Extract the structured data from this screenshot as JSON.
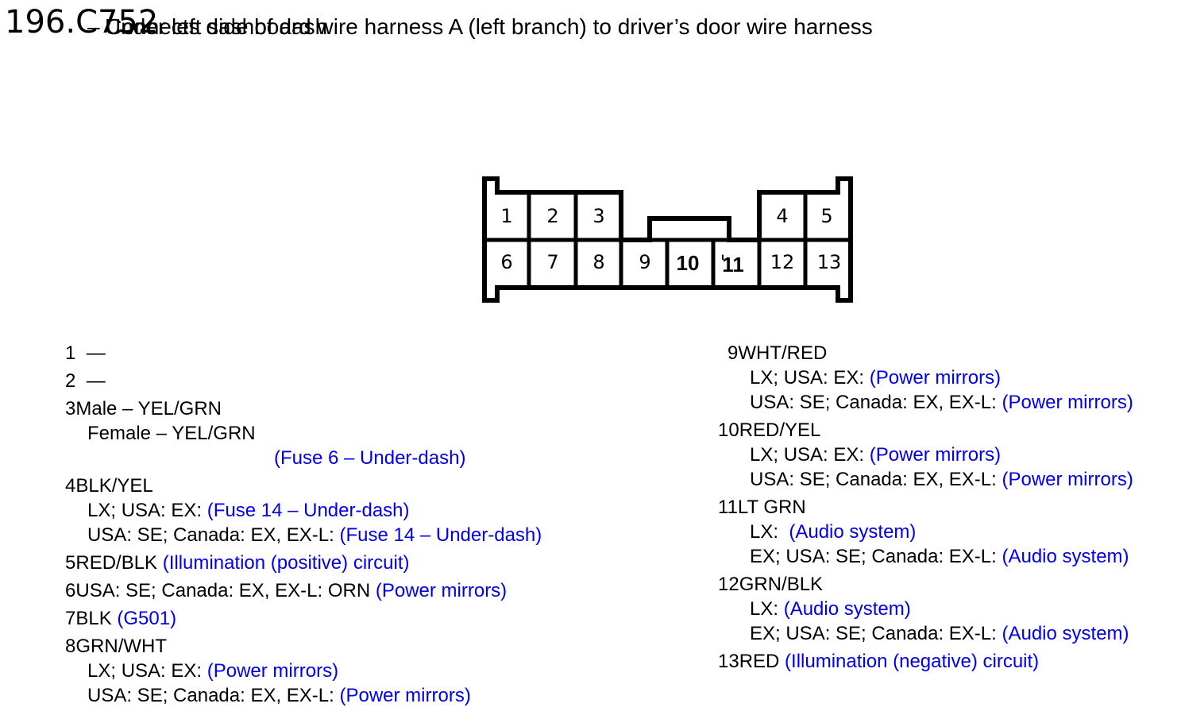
{
  "header": {
    "number": "196.",
    "connector_id": "C752",
    "title": "– Connects dashboard wire harness A (left branch) to driver’s door wire harness",
    "location": "Under left side of dash"
  },
  "connector": {
    "top_row": [
      "1",
      "2",
      "3",
      "4",
      "5"
    ],
    "bottom_row": [
      "6",
      "7",
      "8",
      "9",
      "10",
      "11",
      "12",
      "13"
    ],
    "key_mark": "'"
  },
  "pins_left": [
    {
      "pin": "1",
      "main": "—"
    },
    {
      "pin": "2",
      "main": "—"
    },
    {
      "pin": "3",
      "main": "Male – YEL/GRN",
      "sub1": "Female – YEL/GRN",
      "fuse": "(Fuse 6 – Under-dash)"
    },
    {
      "pin": "4",
      "main": "BLK/YEL",
      "sub1_text": "LX; USA: EX: ",
      "sub1_link": "(Fuse 14 – Under-dash)",
      "sub2_text": "USA: SE; Canada: EX, EX-L: ",
      "sub2_link": "(Fuse 14 – Under-dash)"
    },
    {
      "pin": "5",
      "main": "RED/BLK ",
      "link": "(Illumination (positive) circuit)"
    },
    {
      "pin": "6",
      "main": "USA: SE; Canada: EX, EX-L: ORN ",
      "link": "(Power mirrors)"
    },
    {
      "pin": "7",
      "main": "BLK ",
      "link": "(G501)"
    },
    {
      "pin": "8",
      "main": "GRN/WHT",
      "sub1_text": "LX; USA: EX: ",
      "sub1_link": "(Power mirrors)",
      "sub2_text": "USA: SE; Canada: EX, EX-L: ",
      "sub2_link": "(Power mirrors)"
    }
  ],
  "pins_right": [
    {
      "pin": "9",
      "main": "WHT/RED",
      "sub1_text": "LX; USA: EX: ",
      "sub1_link": "(Power mirrors)",
      "sub2_text": "USA: SE; Canada: EX, EX-L: ",
      "sub2_link": "(Power mirrors)"
    },
    {
      "pin": "10",
      "main": "RED/YEL",
      "sub1_text": "LX; USA: EX: ",
      "sub1_link": "(Power mirrors)",
      "sub2_text": "USA: SE; Canada: EX, EX-L: ",
      "sub2_link": "(Power mirrors)"
    },
    {
      "pin": "11",
      "main": "LT GRN",
      "sub1_text": "LX:  ",
      "sub1_link": "(Audio system)",
      "sub2_text": "EX; USA: SE; Canada: EX-L: ",
      "sub2_link": "(Audio system)"
    },
    {
      "pin": "12",
      "main": "GRN/BLK",
      "sub1_text": "LX: ",
      "sub1_link": "(Audio system)",
      "sub2_text": "EX; USA: SE; Canada: EX-L: ",
      "sub2_link": "(Audio system)"
    },
    {
      "pin": "13",
      "main": "RED ",
      "link": "(Illumination (negative) circuit)"
    }
  ]
}
